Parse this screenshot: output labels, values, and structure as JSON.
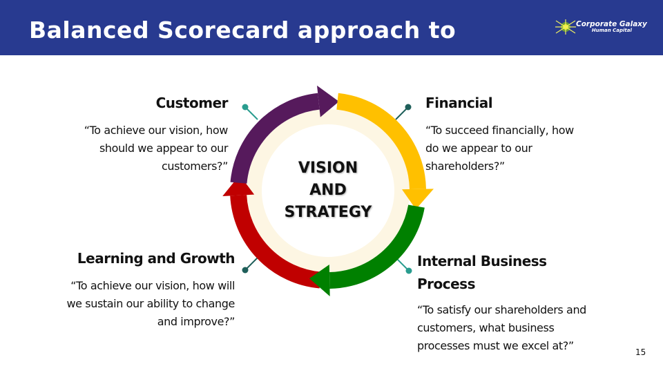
{
  "header": {
    "title": "Balanced Scorecard approach to",
    "logo_name": "Corporate Galaxy",
    "logo_sub": "Human Capital"
  },
  "perspectives": {
    "customer": {
      "title": "Customer",
      "question": "“To achieve our vision, how should we appear to our customers?”",
      "color": "#561a5c"
    },
    "financial": {
      "title": "Financial",
      "question": "“To succeed financially, how do we appear to our shareholders?”",
      "color": "#ffc000"
    },
    "internal": {
      "title": "Internal Business Process",
      "question": "“To satisfy our shareholders and customers, what business processes must we excel at?”",
      "color": "#008000"
    },
    "learning": {
      "title": "Learning and Growth",
      "question": "“To achieve our vision, how will we sustain our ability to change and improve?”",
      "color": "#c00000"
    }
  },
  "center": {
    "line1": "VISION",
    "line2": "AND",
    "line3": "STRATEGY"
  },
  "page_number": "15"
}
